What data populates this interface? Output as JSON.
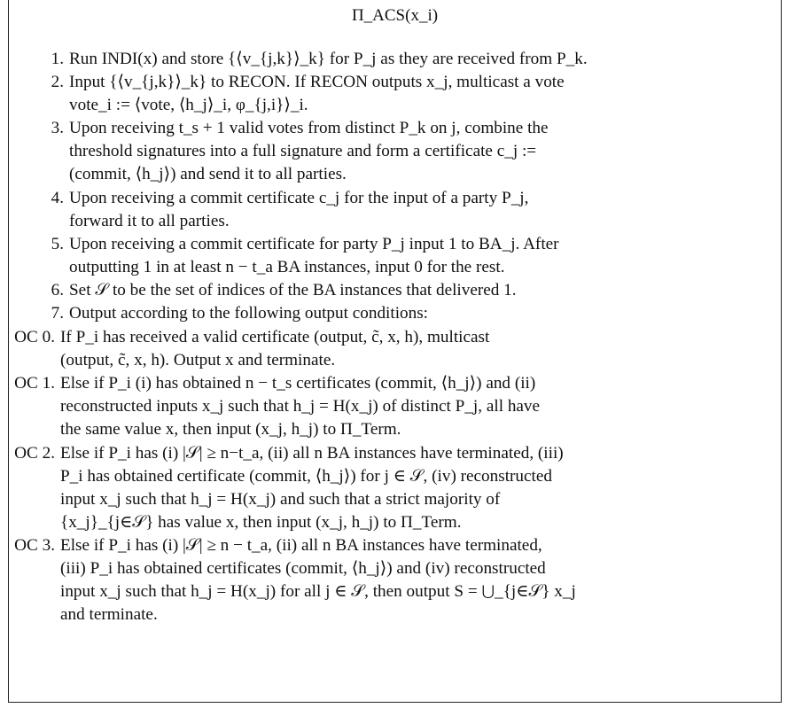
{
  "title": "Π_ACS(x_i)",
  "steps": [
    {
      "num": "1.",
      "lines": [
        "Run INDI(x) and store {⟨v_{j,k}⟩_k} for P_j as they are received from P_k."
      ]
    },
    {
      "num": "2.",
      "lines": [
        "Input {⟨v_{j,k}⟩_k} to RECON. If RECON outputs x_j, multicast a vote",
        "vote_i := ⟨vote, ⟨h_j⟩_i, φ_{j,i}⟩_i."
      ]
    },
    {
      "num": "3.",
      "lines": [
        "Upon receiving t_s + 1 valid votes from distinct P_k on j, combine the",
        "threshold signatures into a full signature and form a certificate c_j :=",
        "(commit, ⟨h_j⟩) and send it to all parties."
      ]
    },
    {
      "num": "4.",
      "lines": [
        "Upon receiving a commit certificate c_j for the input of a party P_j,",
        "forward it to all parties."
      ]
    },
    {
      "num": "5.",
      "lines": [
        "Upon receiving a commit certificate for party P_j input 1 to BA_j. After",
        "outputting 1 in at least n − t_a BA instances, input 0 for the rest."
      ]
    },
    {
      "num": "6.",
      "lines": [
        "Set 𝒮 to be the set of indices of the BA instances that delivered 1."
      ]
    },
    {
      "num": "7.",
      "lines": [
        "Output according to the following output conditions:"
      ]
    }
  ],
  "conditions": [
    {
      "num": "OC 0.",
      "lines": [
        "If P_i has received a valid certificate (output, c̃, x, h), multicast",
        "(output, c̃, x, h). Output x and terminate."
      ]
    },
    {
      "num": "OC 1.",
      "lines": [
        "Else if P_i (i) has obtained n − t_s certificates (commit, ⟨h_j⟩) and (ii)",
        "reconstructed inputs x_j such that h_j = H(x_j) of distinct P_j, all have",
        "the same value x, then input (x_j, h_j) to Π_Term."
      ]
    },
    {
      "num": "OC 2.",
      "lines": [
        "Else if P_i has (i) |𝒮| ≥ n−t_a, (ii) all n BA instances have terminated, (iii)",
        "P_i has obtained certificate (commit, ⟨h_j⟩) for j ∈ 𝒮, (iv) reconstructed",
        "input x_j such that h_j = H(x_j) and such that a strict majority of",
        "{x_j}_{j∈𝒮} has value x, then input (x_j, h_j) to Π_Term."
      ]
    },
    {
      "num": "OC 3.",
      "lines": [
        "Else if P_i has (i) |𝒮| ≥ n − t_a, (ii) all n BA instances have terminated,",
        "(iii) P_i has obtained certificates (commit, ⟨h_j⟩) and (iv) reconstructed",
        "input x_j such that h_j = H(x_j) for all j ∈ 𝒮, then output S = ⋃_{j∈𝒮} x_j",
        "and terminate."
      ]
    }
  ]
}
